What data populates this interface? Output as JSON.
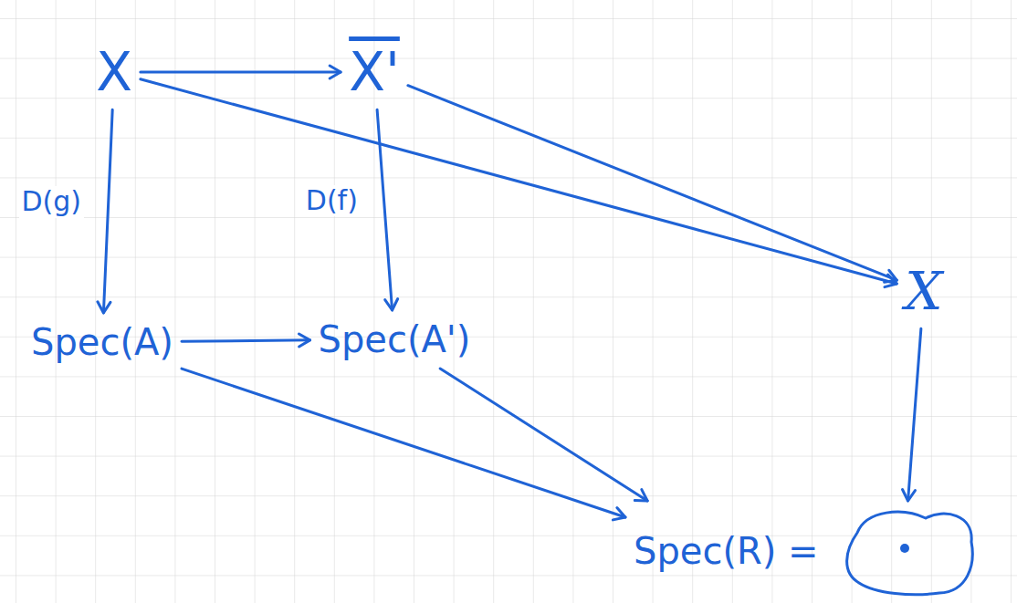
{
  "diagram": {
    "nodes": [
      {
        "text": [
          "X"
        ]
      },
      {
        "text": [
          "X'"
        ]
      },
      {
        "text": [
          "Spec(A)"
        ]
      },
      {
        "text": [
          "Spec(A')"
        ]
      },
      {
        "text": [
          "X"
        ]
      },
      {
        "text": [
          "Spec(R) ="
        ]
      }
    ],
    "edges": [
      {
        "from": 0,
        "to": 1,
        "arrow": "to"
      },
      {
        "from": 0,
        "to": 2,
        "label": "D(g)",
        "arrow": "to"
      },
      {
        "from": 1,
        "to": 3,
        "label": "D(f)",
        "arrow": "to"
      },
      {
        "from": 2,
        "to": 3,
        "arrow": "to"
      },
      {
        "from": 0,
        "to": 4,
        "arrow": "to"
      },
      {
        "from": 1,
        "to": 4,
        "arrow": "to"
      },
      {
        "from": 4,
        "to": 5,
        "arrow": "to"
      },
      {
        "from": 2,
        "to": 5,
        "arrow": "to"
      },
      {
        "from": 3,
        "to": 5,
        "arrow": "to"
      }
    ]
  }
}
